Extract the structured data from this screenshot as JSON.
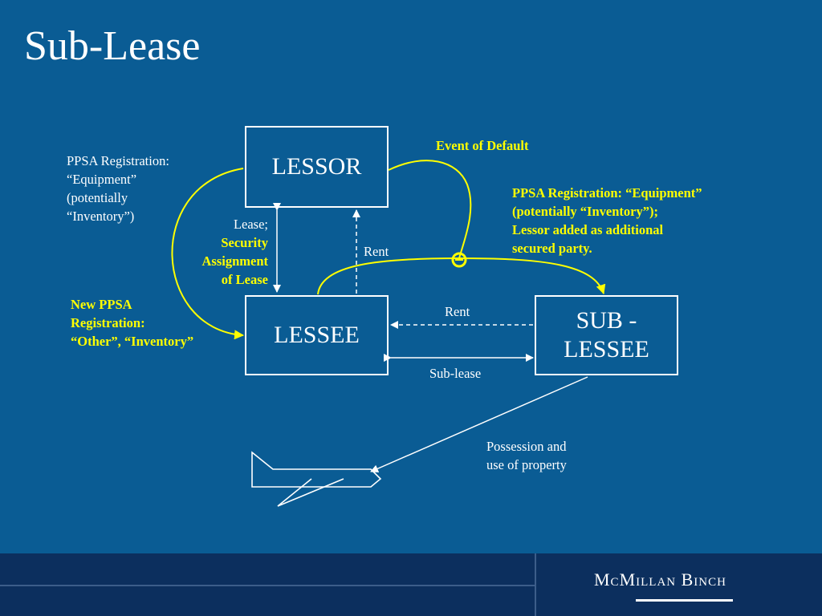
{
  "slide": {
    "title": "Sub-Lease"
  },
  "boxes": {
    "lessor": "LESSOR",
    "lessee": "LESSEE",
    "sublessee_line1": "SUB -",
    "sublessee_line2": "LESSEE"
  },
  "labels": {
    "ppsa_lessor": [
      "PPSA Registration:",
      "“Equipment”",
      "(potentially",
      "“Inventory”)"
    ],
    "lease_plain": "Lease;",
    "lease_bold": [
      "Security",
      "Assignment",
      "of Lease"
    ],
    "new_ppsa": [
      "New PPSA",
      "Registration:",
      "“Other”, “Inventory”"
    ],
    "rent_vertical": "Rent",
    "event_of_default": "Event of Default",
    "ppsa_sub": [
      "PPSA Registration: “Equipment”",
      "(potentially “Inventory”);",
      "Lessor added as additional",
      "secured party."
    ],
    "rent_horizontal": "Rent",
    "sub_lease": "Sub-lease",
    "possession": [
      "Possession and",
      "use of property"
    ]
  },
  "footer": {
    "logo_text": "McMillan Binch"
  },
  "colors": {
    "background": "#0a5c94",
    "highlight": "#ffff00",
    "footer": "#0c2f5e"
  }
}
